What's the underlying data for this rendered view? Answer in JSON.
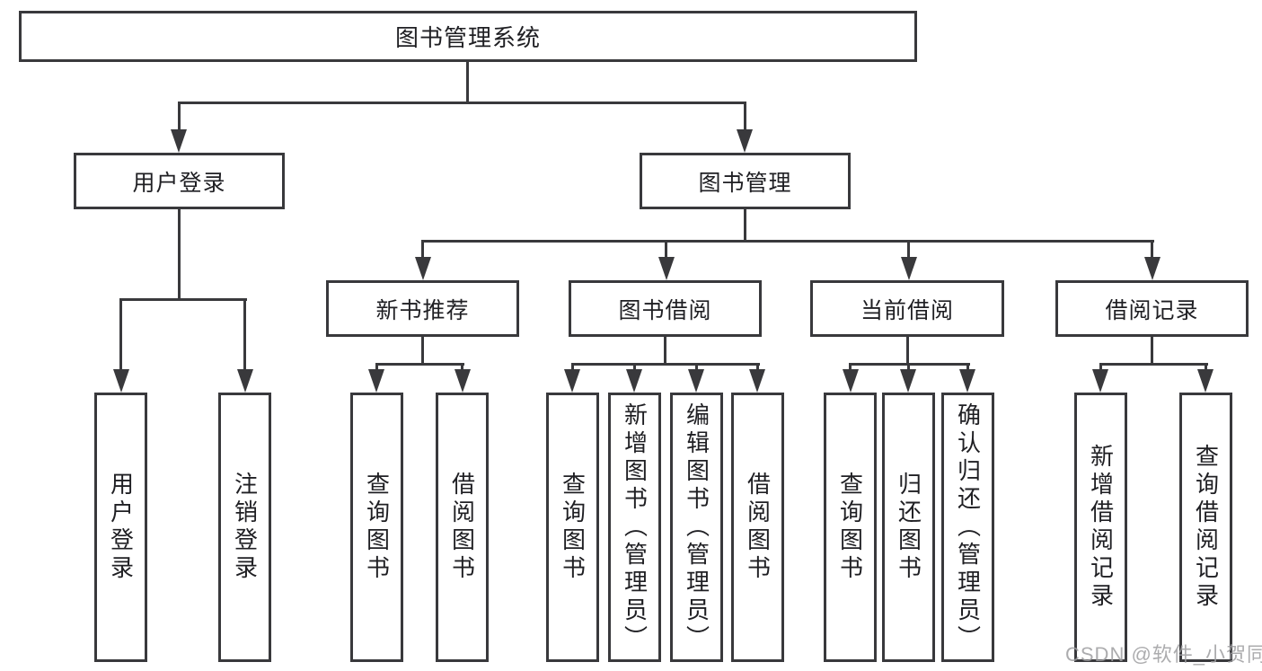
{
  "diagram_title": "图书管理系统",
  "tree": {
    "label": "图书管理系统",
    "children": [
      {
        "label": "用户登录",
        "children": [
          {
            "label": "用户登录"
          },
          {
            "label": "注销登录"
          }
        ]
      },
      {
        "label": "图书管理",
        "children": [
          {
            "label": "新书推荐",
            "children": [
              {
                "label": "查询图书"
              },
              {
                "label": "借阅图书"
              }
            ]
          },
          {
            "label": "图书借阅",
            "children": [
              {
                "label": "查询图书"
              },
              {
                "label": "新增图书（管理员）"
              },
              {
                "label": "编辑图书（管理员）"
              },
              {
                "label": "借阅图书"
              }
            ]
          },
          {
            "label": "当前借阅",
            "children": [
              {
                "label": "查询图书"
              },
              {
                "label": "归还图书"
              },
              {
                "label": "确认归还（管理员）"
              }
            ]
          },
          {
            "label": "借阅记录",
            "children": [
              {
                "label": "新增借阅记录"
              },
              {
                "label": "查询借阅记录"
              }
            ]
          }
        ]
      }
    ]
  },
  "watermark": "CSDN @软件_小贺同学",
  "colors": {
    "line": "#39393c",
    "text": "#1f1f23",
    "background": "#ffffff",
    "watermark": "#9e9ea0"
  }
}
